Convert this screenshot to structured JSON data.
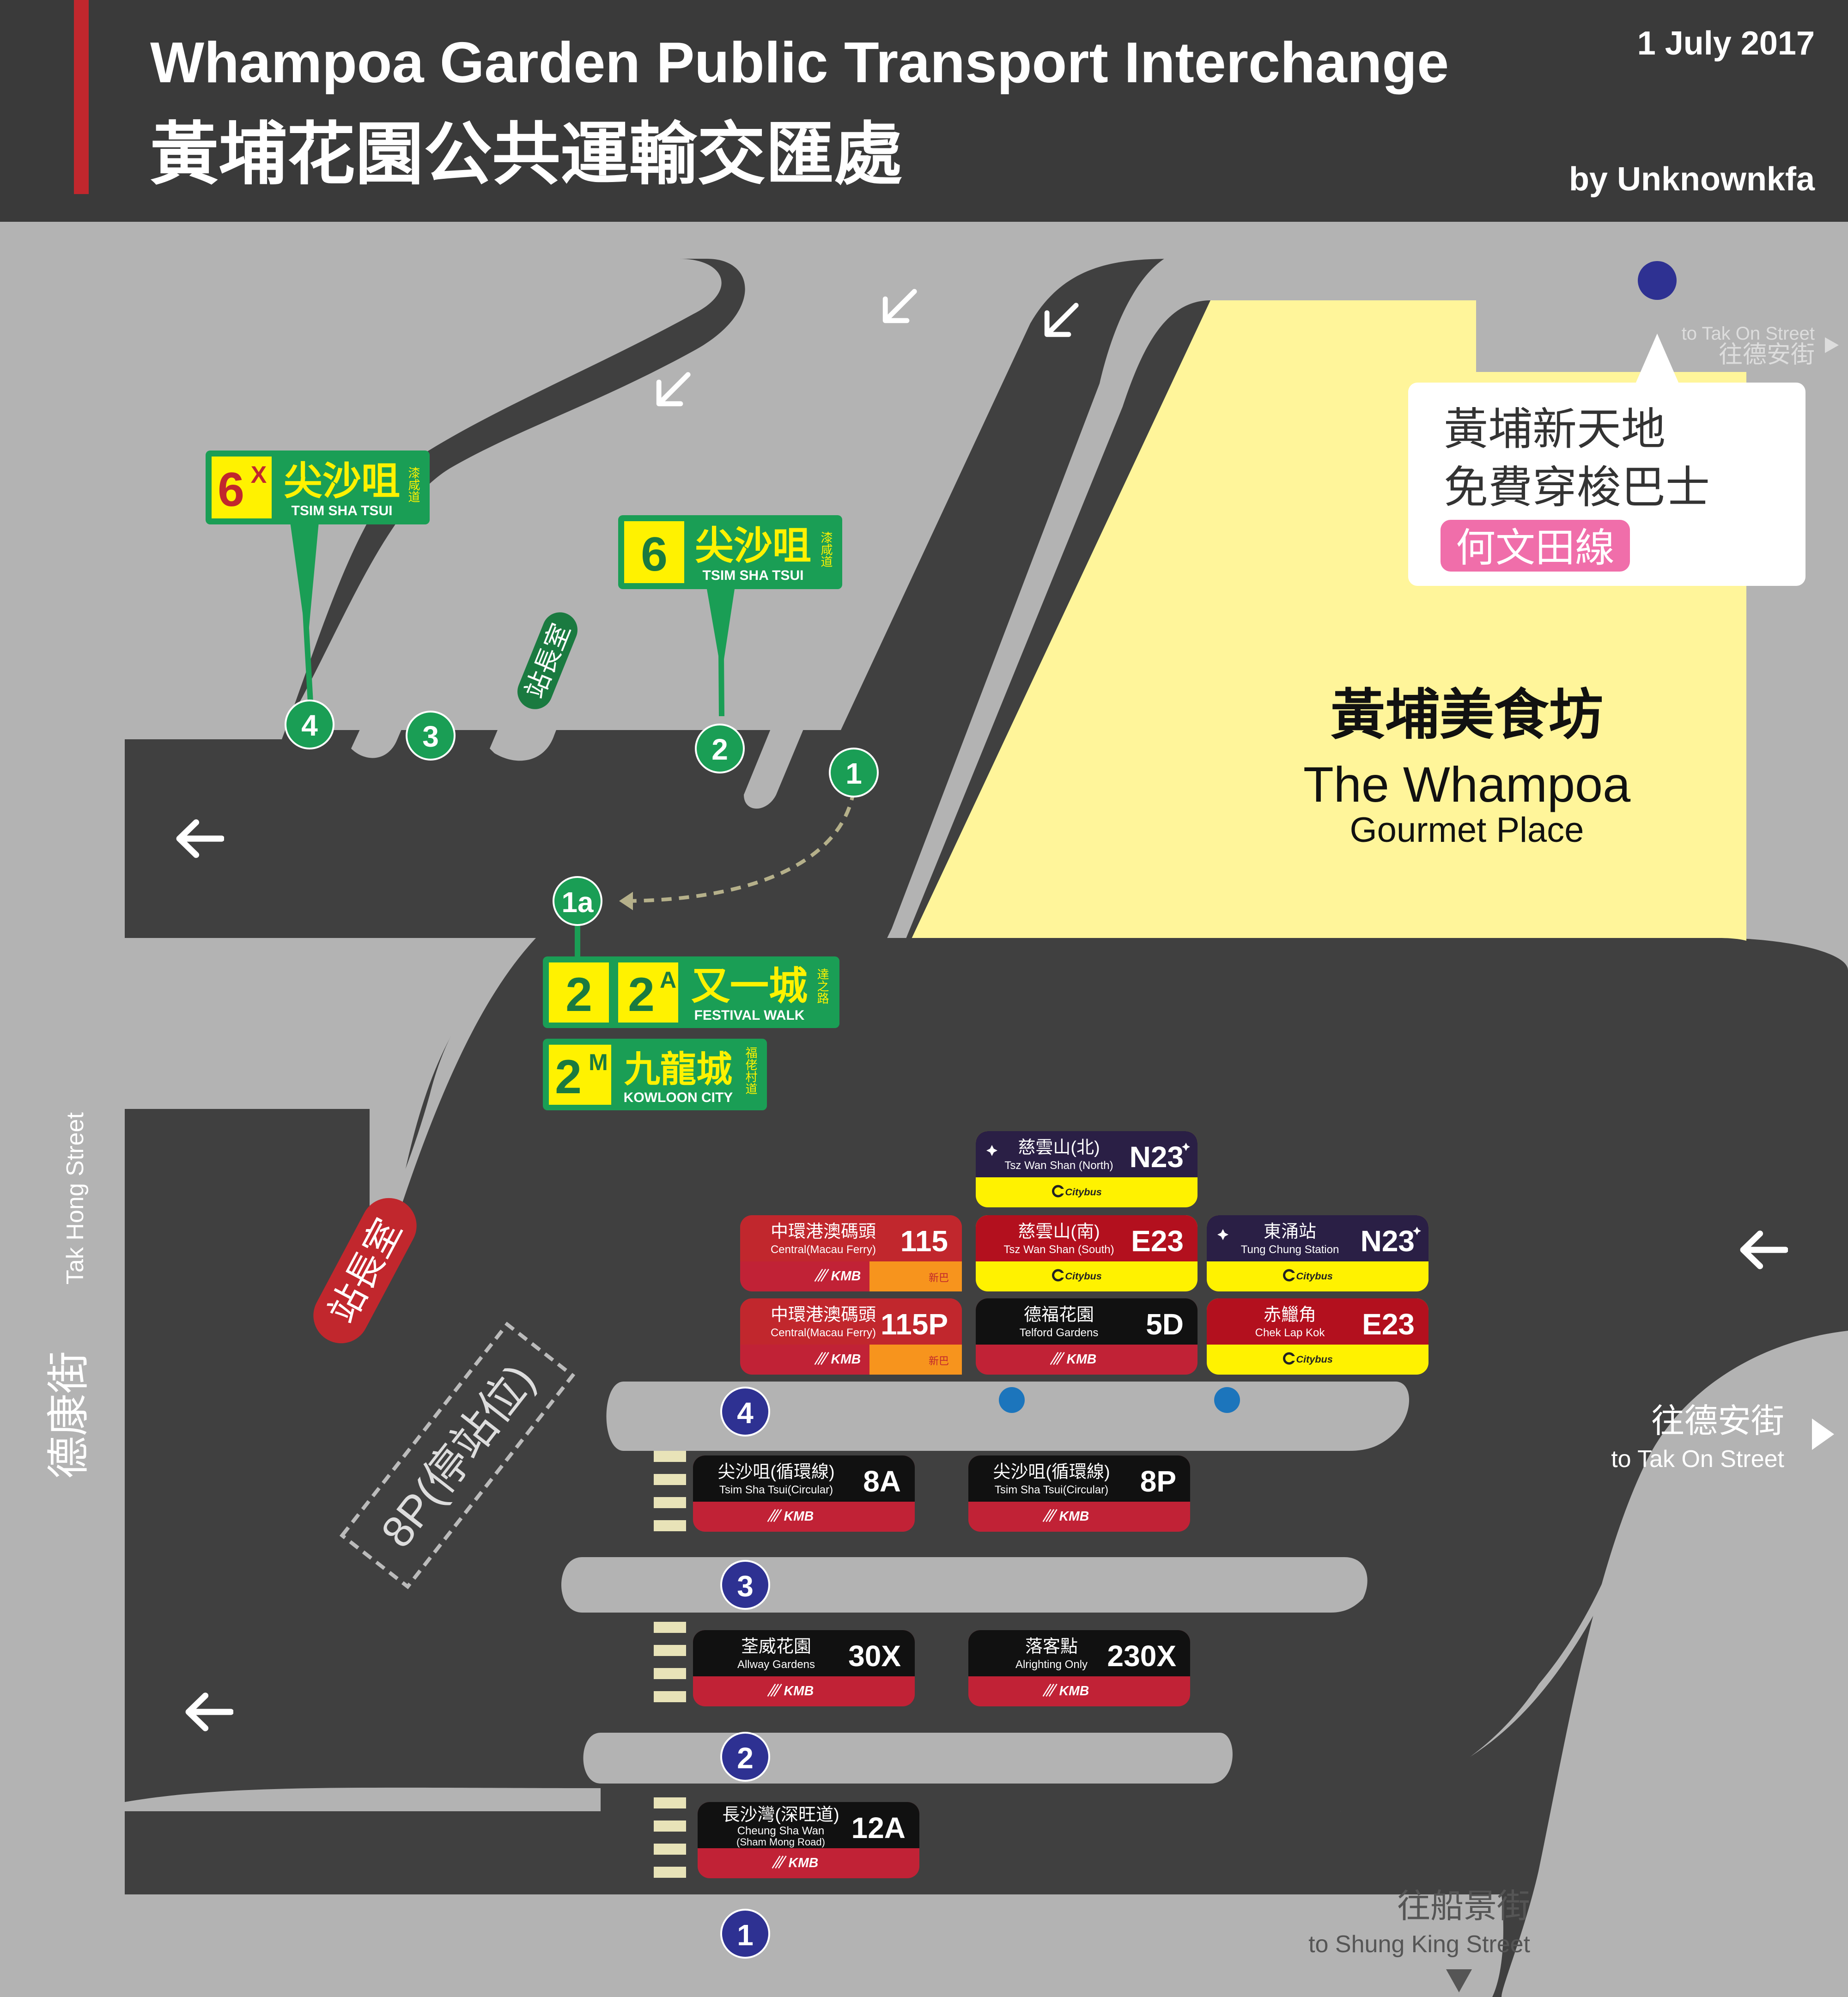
{
  "header": {
    "title_en": "Whampoa Garden Public Transport Interchange",
    "title_zh": "黃埔花園公共運輸交匯處",
    "date": "1 July 2017",
    "author": "by Unknownkfa"
  },
  "places": {
    "gourmet_zh": "黃埔美食坊",
    "gourmet_en1": "The Whampoa",
    "gourmet_en2": "Gourmet Place"
  },
  "shuttle": {
    "line1": "黃埔新天地",
    "line2": "免費穿梭巴士",
    "route": "何文田線"
  },
  "streets": {
    "tak_on_en": "to Tak On Street",
    "tak_on_zh": "往德安街",
    "tak_hong_en": "Tak Hong Street",
    "tak_hong_zh": "德康街",
    "shung_king_zh": "往船景街",
    "shung_king_en": "to Shung King Street"
  },
  "labels": {
    "station_master": "站長室",
    "layover_8p": "8P(停站位)"
  },
  "minibus_stops": [
    "1",
    "1a",
    "2",
    "3",
    "4"
  ],
  "bus_bays": [
    "1",
    "2",
    "3",
    "4"
  ],
  "minibus_signs": [
    {
      "route": "6",
      "sup": "X",
      "dest_zh": "尖沙咀",
      "dest_en": "TSIM SHA TSUI",
      "via": "漆咸道"
    },
    {
      "route": "6",
      "sup": "",
      "dest_zh": "尖沙咀",
      "dest_en": "TSIM SHA TSUI",
      "via": "漆咸道"
    },
    {
      "route": "2",
      "sup": "",
      "route2": "2",
      "sup2": "A",
      "dest_zh": "又一城",
      "dest_en": "FESTIVAL WALK",
      "via": "達之路"
    },
    {
      "route": "2",
      "sup": "M",
      "dest_zh": "九龍城",
      "dest_en": "KOWLOON CITY",
      "via": "福佬村道"
    }
  ],
  "bus_signs": [
    {
      "dest_zh": "慈雲山(北)",
      "dest_en": "Tsz Wan Shan (North)",
      "route": "N23",
      "operator": "Citybus"
    },
    {
      "dest_zh": "中環港澳碼頭",
      "dest_en": "Central(Macau Ferry)",
      "route": "115",
      "operator": "KMB"
    },
    {
      "dest_zh": "慈雲山(南)",
      "dest_en": "Tsz Wan Shan (South)",
      "route": "E23",
      "operator": "Citybus"
    },
    {
      "dest_zh": "東涌站",
      "dest_en": "Tung Chung Station",
      "route": "N23",
      "operator": "Citybus"
    },
    {
      "dest_zh": "中環港澳碼頭",
      "dest_en": "Central(Macau Ferry)",
      "route": "115P",
      "operator": "KMB"
    },
    {
      "dest_zh": "德福花園",
      "dest_en": "Telford Gardens",
      "route": "5D",
      "operator": "KMB"
    },
    {
      "dest_zh": "赤鱲角",
      "dest_en": "Chek Lap Kok",
      "route": "E23",
      "operator": "Citybus"
    },
    {
      "dest_zh": "尖沙咀(循環線)",
      "dest_en": "Tsim Sha Tsui(Circular)",
      "route": "8A",
      "operator": "KMB"
    },
    {
      "dest_zh": "尖沙咀(循環線)",
      "dest_en": "Tsim Sha Tsui(Circular)",
      "route": "8P",
      "operator": "KMB"
    },
    {
      "dest_zh": "荃威花園",
      "dest_en": "Allway Gardens",
      "route": "30X",
      "operator": "KMB"
    },
    {
      "dest_zh": "落客點",
      "dest_en": "Alrighting Only",
      "route": "230X",
      "operator": "KMB"
    },
    {
      "dest_zh": "長沙灣(深旺道)",
      "dest_en": "Cheung Sha Wan",
      "dest_en2": "(Sham Mong Road)",
      "route": "12A",
      "operator": "KMB"
    }
  ],
  "operators": {
    "kmb": "KMB",
    "citybus": "Citybus",
    "nwfb": "新巴"
  },
  "colors": {
    "header_bg": "#3a3a3a",
    "road": "#404040",
    "island": "#b3b3b3",
    "gourmet": "#fff59a",
    "accent_red": "#c1272d",
    "minibus_green": "#1a9e55",
    "minibus_yellow": "#fff200",
    "kmb_red": "#c12236",
    "citybus_yellow": "#fff200",
    "bay_blue": "#2e3192",
    "dot_blue": "#1c75bc",
    "shuttle_pink": "#f06eaa"
  }
}
